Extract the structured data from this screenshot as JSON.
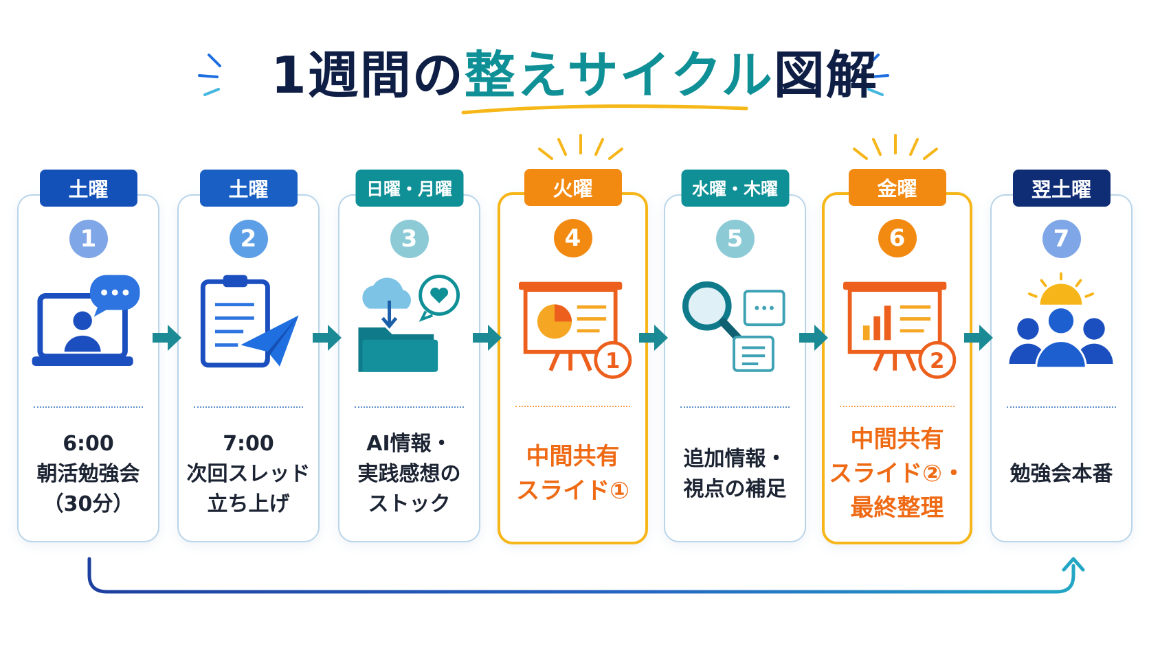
{
  "title": {
    "part1": "1週間の",
    "part2": "整えサイクル",
    "part3": "図解"
  },
  "colors": {
    "navy": "#0f1e45",
    "teal": "#0f8f96",
    "blue": "#1350b8",
    "orange": "#f28a12",
    "highlight_border": "#f6b619"
  },
  "steps": [
    {
      "day": "土曜",
      "number": "1",
      "icon": "laptop-video-chat-icon",
      "text": "6:00\n朝活勉強会\n（30分）",
      "label_color": "#1350b8",
      "num_color": "#7fa6e6"
    },
    {
      "day": "土曜",
      "number": "2",
      "icon": "clipboard-send-icon",
      "text": "7:00\n次回スレッド\n立ち上げ",
      "label_color": "#1a5fc4",
      "num_color": "#5d9fe6"
    },
    {
      "day": "日曜・月曜",
      "number": "3",
      "icon": "cloud-folder-heart-icon",
      "text": "AI情報・\n実践感想の\nストック",
      "label_color": "#0f8f96",
      "num_color": "#8ccbd6"
    },
    {
      "day": "火曜",
      "number": "4",
      "icon": "presentation-pie-chart-icon",
      "text": "中間共有\nスライド①",
      "label_color": "#f28a12",
      "num_color": "#f28a12",
      "highlight": true
    },
    {
      "day": "水曜・木曜",
      "number": "5",
      "icon": "magnifier-notes-icon",
      "text": "追加情報・\n視点の補足",
      "label_color": "#0f8f96",
      "num_color": "#8ccbd6"
    },
    {
      "day": "金曜",
      "number": "6",
      "icon": "presentation-bar-chart-icon",
      "text": "中間共有\nスライド②・\n最終整理",
      "label_color": "#f28a12",
      "num_color": "#f28a12",
      "highlight": true
    },
    {
      "day": "翌土曜",
      "number": "7",
      "icon": "sunrise-group-icon",
      "text": "勉強会本番",
      "label_color": "#0f2d74",
      "num_color": "#7fa6e6"
    }
  ]
}
